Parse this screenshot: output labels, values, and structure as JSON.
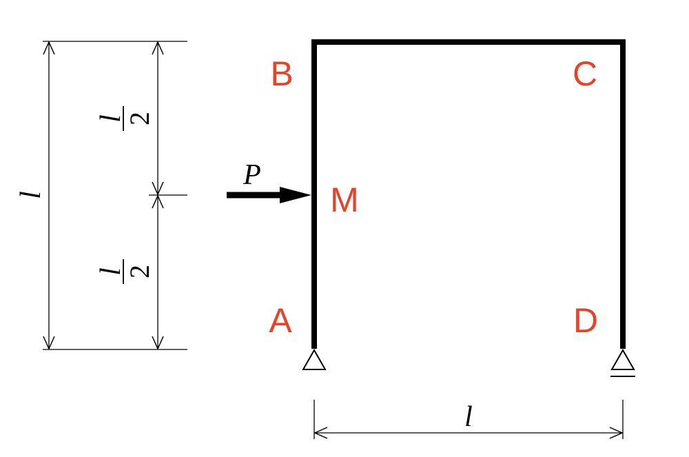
{
  "labels": {
    "node_b": "B",
    "node_c": "C",
    "node_m": "M",
    "node_a": "A",
    "node_d": "D",
    "load": "P"
  },
  "dimensions": {
    "total_height": "l",
    "upper_half_num": "l",
    "upper_half_den": "2",
    "lower_half_num": "l",
    "lower_half_den": "2",
    "span": "l"
  },
  "colors": {
    "label": "#e5432a",
    "frame": "#000000",
    "dim_line": "#000000"
  },
  "icons": {
    "support_a": "pin-support-icon",
    "support_d": "roller-support-icon",
    "load_arrow": "arrow-right-icon"
  }
}
